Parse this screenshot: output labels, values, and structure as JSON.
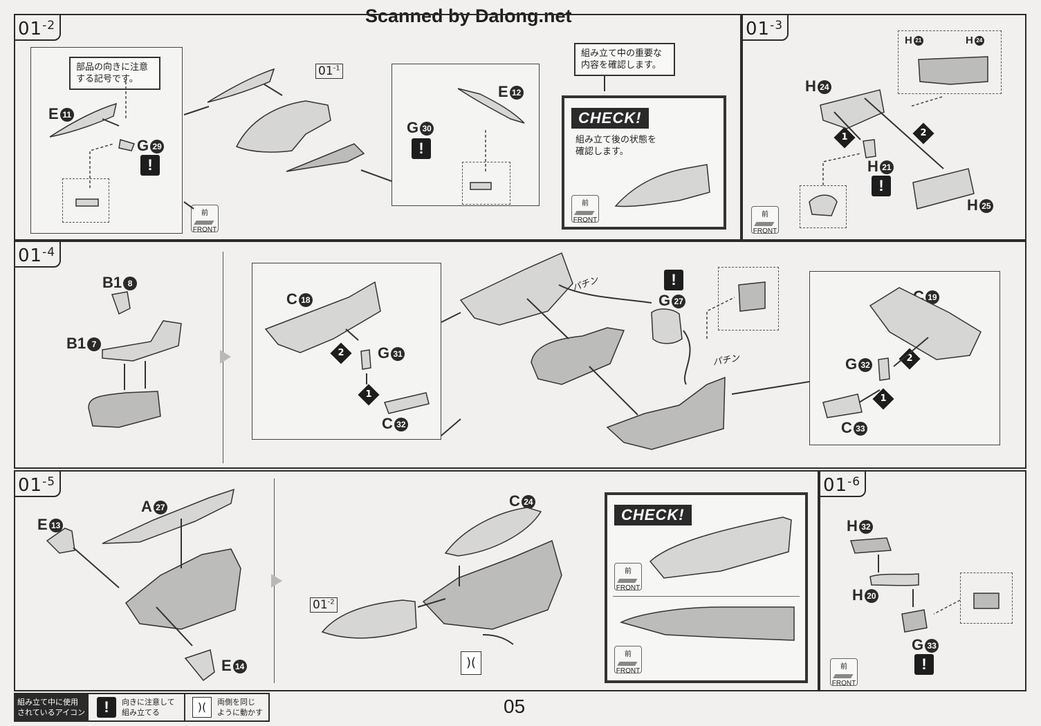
{
  "scan_credit": "Scanned by Dalong.net",
  "page_number": "05",
  "front_label": {
    "mae": "前",
    "word": "FRONT"
  },
  "warn_glyph": "!",
  "check_badge": "CHECK!",
  "steps": {
    "s1_2": {
      "id": "01",
      "sub": "-2",
      "callout": [
        "部品の向きに注意",
        "する記号です。"
      ],
      "ref_label": "01",
      "ref_sub": "-1",
      "parts": [
        {
          "letter": "E",
          "num": "11"
        },
        {
          "letter": "G",
          "num": "29"
        },
        {
          "letter": "E",
          "num": "12"
        },
        {
          "letter": "G",
          "num": "30"
        }
      ]
    },
    "check_intro": {
      "callout": [
        "組み立て中の重要な",
        "内容を確認します。"
      ],
      "text": [
        "組み立て後の状態を",
        "確認します。"
      ]
    },
    "s1_3": {
      "id": "01",
      "sub": "-3",
      "parts": [
        {
          "letter": "H",
          "num": "21"
        },
        {
          "letter": "H",
          "num": "24"
        },
        {
          "letter": "H",
          "num": "24"
        },
        {
          "letter": "H",
          "num": "21"
        },
        {
          "letter": "H",
          "num": "25"
        }
      ],
      "order": [
        "1",
        "2"
      ]
    },
    "s1_4": {
      "id": "01",
      "sub": "-4",
      "parts": [
        {
          "letter": "B1",
          "num": "8"
        },
        {
          "letter": "B1",
          "num": "7"
        },
        {
          "letter": "C",
          "num": "18"
        },
        {
          "letter": "G",
          "num": "31"
        },
        {
          "letter": "C",
          "num": "32"
        },
        {
          "letter": "G",
          "num": "27"
        },
        {
          "letter": "C",
          "num": "19"
        },
        {
          "letter": "G",
          "num": "32"
        },
        {
          "letter": "C",
          "num": "33"
        }
      ],
      "order": [
        "1",
        "2"
      ],
      "sfx": [
        "パチン",
        "パチン"
      ]
    },
    "s1_5": {
      "id": "01",
      "sub": "-5",
      "ref_label": "01",
      "ref_sub": "-2",
      "parts": [
        {
          "letter": "E",
          "num": "13"
        },
        {
          "letter": "A",
          "num": "27"
        },
        {
          "letter": "E",
          "num": "14"
        },
        {
          "letter": "C",
          "num": "24"
        }
      ]
    },
    "s1_6": {
      "id": "01",
      "sub": "-6",
      "parts": [
        {
          "letter": "H",
          "num": "32"
        },
        {
          "letter": "H",
          "num": "20"
        },
        {
          "letter": "G",
          "num": "33"
        }
      ]
    }
  },
  "legend": {
    "title": [
      "組み立て中に使用",
      "されているアイコン"
    ],
    "warn_text": [
      "向きに注意して",
      "組み立てる"
    ],
    "sym_text": [
      "両側を同じ",
      "ように動かす"
    ]
  }
}
